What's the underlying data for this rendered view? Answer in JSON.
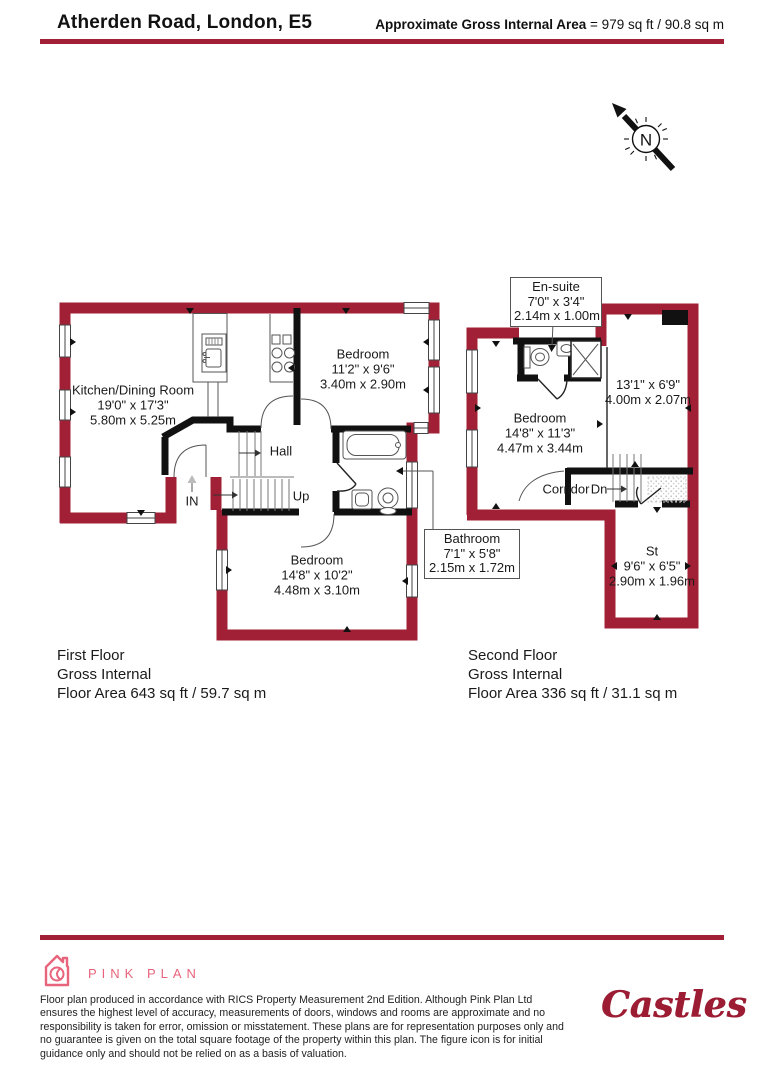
{
  "header": {
    "title": "Atherden Road, London, E5",
    "area_label": "Approximate Gross Internal Area",
    "area_value": "= 979 sq ft / 90.8 sq m"
  },
  "compass": {
    "north": "N"
  },
  "floor_plans": {
    "first": {
      "rooms": {
        "kitchen": {
          "name": "Kitchen/Dining Room",
          "imperial": "19'0\" x 17'3\"",
          "metric": "5.80m x 5.25m"
        },
        "bedroom_front": {
          "name": "Bedroom",
          "imperial": "11'2\" x 9'6\"",
          "metric": "3.40m x 2.90m"
        },
        "bedroom_rear": {
          "name": "Bedroom",
          "imperial": "14'8\" x 10'2\"",
          "metric": "4.48m x 3.10m"
        },
        "bathroom": {
          "name": "Bathroom",
          "imperial": "7'1\" x 5'8\"",
          "metric": "2.15m x 1.72m"
        },
        "hall": {
          "name": "Hall"
        }
      },
      "annotations": {
        "up": "Up",
        "entrance": "IN"
      },
      "summary": {
        "line1": "First Floor",
        "line2": "Gross Internal",
        "line3": "Floor Area 643 sq ft / 59.7 sq m"
      }
    },
    "second": {
      "rooms": {
        "ensuite": {
          "name": "En-suite",
          "imperial": "7'0\" x 3'4\"",
          "metric": "2.14m x 1.00m"
        },
        "bedroom": {
          "name": "Bedroom",
          "imperial": "14'8\" x 11'3\"",
          "metric": "4.47m x 3.44m"
        },
        "landing_room": {
          "imperial": "13'1\" x 6'9\"",
          "metric": "4.00m x 2.07m"
        },
        "store": {
          "name": "St",
          "imperial": "9'6\" x 6'5\"",
          "metric": "2.90m x 1.96m"
        },
        "corridor": {
          "name": "Corridor"
        }
      },
      "annotations": {
        "down": "Dn"
      },
      "summary": {
        "line1": "Second Floor",
        "line2": "Gross Internal",
        "line3": "Floor Area 336 sq ft / 31.1 sq m"
      }
    }
  },
  "footer": {
    "producer_brand": "PINK PLAN",
    "disclaimer": "Floor plan produced in accordance with RICS Property Measurement 2nd Edition. Although Pink Plan Ltd ensures the highest level of accuracy, measurements of doors, windows and rooms are approximate and no responsibility is taken for error, omission or misstatement. These plans are for representation purposes only and no guarantee is given on the total square footage of the property within this plan. The figure icon is for initial guidance only and should not be relied on as a basis of valuation.",
    "agent_brand": "Castles"
  },
  "icons": {
    "compass": "north-arrow",
    "producer_logo": "pink-plan-house"
  },
  "colors": {
    "wall_red": "#A22036",
    "rule_red": "#A22036",
    "pink_brand": "#E8647C",
    "castles_red": "#9C1C33"
  }
}
